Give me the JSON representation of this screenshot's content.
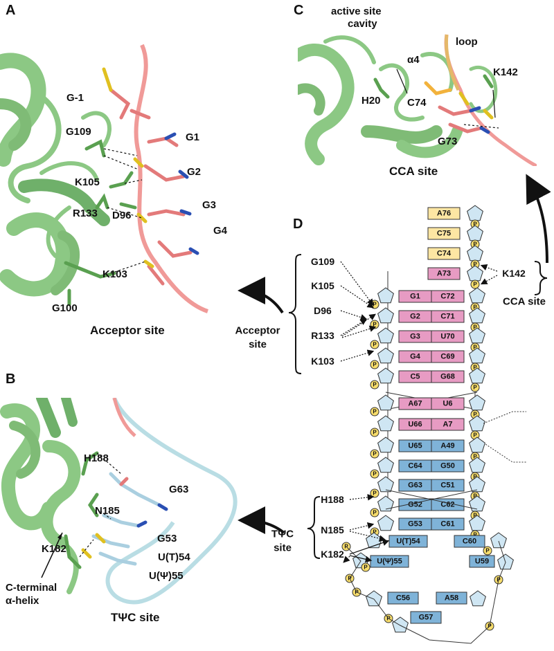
{
  "panel_a": {
    "letter": "A",
    "caption": "Acceptor site",
    "labels": {
      "g_minus1": "G-1",
      "g109": "G109",
      "g1": "G1",
      "g2": "G2",
      "k105": "K105",
      "g3": "G3",
      "d96": "D96",
      "r133": "R133",
      "g4": "G4",
      "k103": "K103",
      "g100": "G100"
    }
  },
  "panel_b": {
    "letter": "B",
    "caption": "TΨC site",
    "labels": {
      "h188": "H188",
      "g63": "G63",
      "n185": "N185",
      "g53": "G53",
      "k182": "K182",
      "ut54": "U(T)54",
      "upsi55": "U(Ψ)55",
      "helix_line1": "C-terminal",
      "helix_line2": "α-helix"
    }
  },
  "panel_c": {
    "letter": "C",
    "caption": "CCA site",
    "labels": {
      "cavity_line1": "active site",
      "cavity_line2": "cavity",
      "alpha4": "α4",
      "loop": "loop",
      "k142": "K142",
      "h20": "H20",
      "c74": "C74",
      "g73": "G73"
    }
  },
  "panel_d": {
    "letter": "D",
    "acceptor_residues": [
      "G109",
      "K105",
      "D96",
      "R133",
      "K103"
    ],
    "acceptor_label_1": "Acceptor",
    "acceptor_label_2": "site",
    "cca_residue": "K142",
    "cca_label": "CCA site",
    "twc_residues": [
      "H188",
      "N185",
      "K182"
    ],
    "twc_label_1": "TΨC",
    "twc_label_2": "site",
    "phosphate": "P",
    "single": [
      "A76",
      "C75",
      "C74",
      "A73"
    ],
    "acceptor_pairs": [
      [
        "G1",
        "C72"
      ],
      [
        "G2",
        "C71"
      ],
      [
        "G3",
        "U70"
      ],
      [
        "G4",
        "C69"
      ],
      [
        "C5",
        "G68"
      ]
    ],
    "middle_pairs": [
      [
        "A67",
        "U6"
      ],
      [
        "U66",
        "A7"
      ]
    ],
    "twc_pairs": [
      [
        "U65",
        "A49"
      ],
      [
        "C64",
        "G50"
      ],
      [
        "G63",
        "C51"
      ],
      [
        "G52",
        "C62"
      ],
      [
        "G53",
        "C61"
      ]
    ],
    "loop": {
      "ut54": "U(T)54",
      "c60": "C60",
      "upsi55": "U(Ψ)55",
      "u59": "U59",
      "c56": "C56",
      "a58": "A58",
      "g57": "G57"
    }
  },
  "colors": {
    "protein": "#8cc884",
    "protein_dark": "#5aa050",
    "rna_acceptor": "#f09a98",
    "rna_twc": "#b9dde4",
    "pink_box": "#e79bc3",
    "blue_box": "#7fb3d8",
    "yellow_box": "#fde6a3",
    "phosphate": "#f7dd6c",
    "sugar": "#cfe6f3"
  }
}
